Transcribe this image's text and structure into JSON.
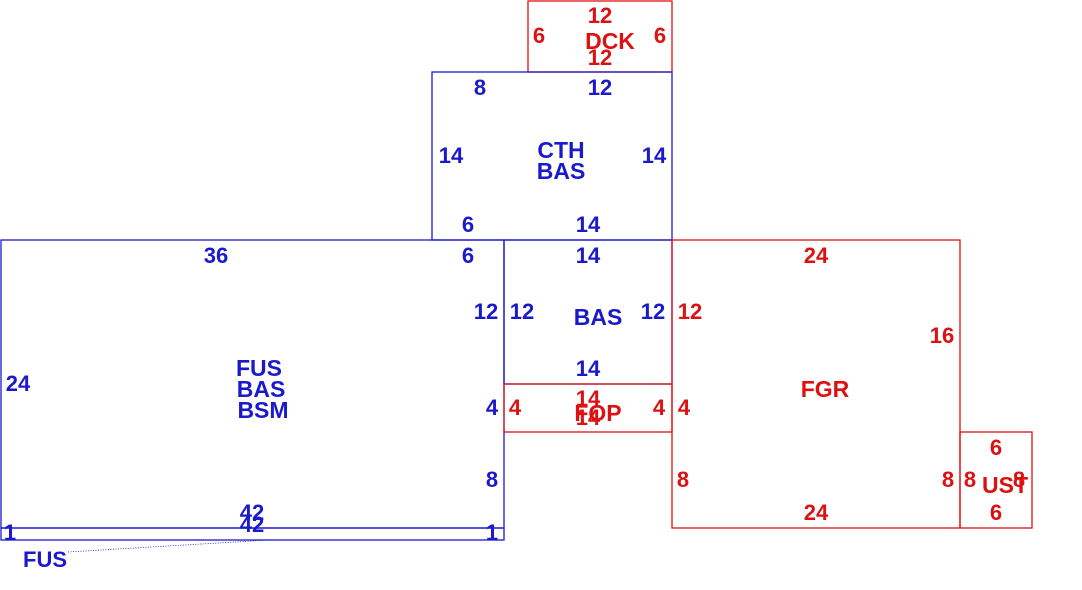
{
  "colors": {
    "existing": "#1a1acc",
    "addition": "#dd1111"
  },
  "areas": {
    "dck": {
      "label": "DCK",
      "top": "12",
      "bottom": "12",
      "left": "6",
      "right": "6"
    },
    "cth": {
      "label_1": "CTH",
      "label_2": "BAS",
      "top_left": "8",
      "top": "12",
      "left": "14",
      "right": "14",
      "bottom_left": "6",
      "bottom": "14"
    },
    "fus": {
      "label_1": "FUS",
      "label_2": "BAS",
      "label_3": "BSM",
      "top": "36",
      "top_right": "6",
      "left": "24",
      "right_upper": "12",
      "right_mid": "4",
      "right_lower": "8",
      "bottom": "42"
    },
    "bas": {
      "label": "BAS",
      "top": "14",
      "left": "12",
      "right": "12",
      "bottom": "14"
    },
    "fop": {
      "label": "FOP",
      "top": "14",
      "left": "4",
      "right": "4",
      "bottom": "14"
    },
    "fgr": {
      "label": "FGR",
      "top": "24",
      "left_upper": "12",
      "left_mid": "4",
      "left_lower": "8",
      "right": "16",
      "right_lower": "8",
      "bottom": "24"
    },
    "ust": {
      "label": "UST",
      "top": "6",
      "left": "8",
      "right": "8",
      "bottom": "6"
    },
    "fus_strip": {
      "label": "FUS",
      "top": "42",
      "left": "1",
      "right": "1"
    }
  }
}
